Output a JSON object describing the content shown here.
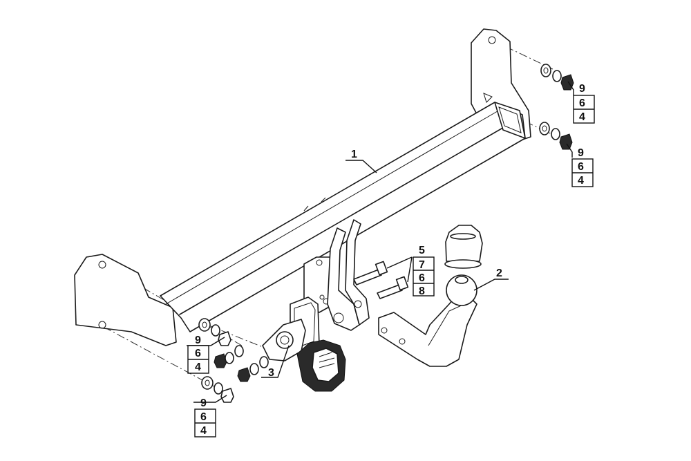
{
  "callouts": {
    "c1": "1",
    "c2": "2",
    "c3": "3",
    "bolts": [
      "5",
      "7",
      "6",
      "8"
    ],
    "stack_tr1": [
      "9",
      "6",
      "4"
    ],
    "stack_tr2": [
      "9",
      "6",
      "4"
    ],
    "stack_l1": [
      "9",
      "6",
      "4"
    ],
    "stack_l2": [
      "9",
      "6",
      "4"
    ]
  }
}
